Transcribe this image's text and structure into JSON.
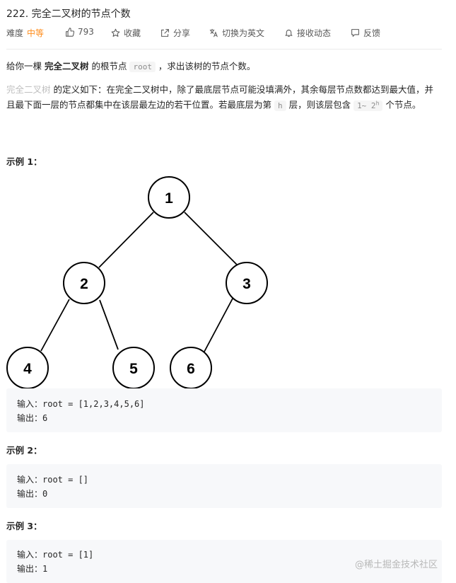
{
  "problem": {
    "title": "222. 完全二叉树的节点个数",
    "difficulty_label": "难度",
    "difficulty_value": "中等",
    "likes": "793",
    "favorite_label": "收藏",
    "share_label": "分享",
    "switch_lang_label": "切换为英文",
    "notify_label": "接收动态",
    "feedback_label": "反馈"
  },
  "description": {
    "p1_pre": "给你一棵 ",
    "p1_bold": "完全二叉树",
    "p1_mid": " 的根节点 ",
    "p1_code": "root",
    "p1_post": " ，求出该树的节点个数。",
    "p2_link": "完全二叉树",
    "p2_text1": " 的定义如下：在完全二叉树中，除了最底层节点可能没填满外，其余每层节点数都达到最大值，并且最下面一层的节点都集中在该层最左边的若干位置。若最底层为第 ",
    "p2_code_h": "h",
    "p2_text2": " 层，则该层包含 ",
    "p2_code_range": "1~ 2",
    "p2_code_sup": "h",
    "p2_text3": " 个节点。"
  },
  "examples": [
    {
      "heading": "示例 1：",
      "input": "输入：root = [1,2,3,4,5,6]",
      "output": "输出：6"
    },
    {
      "heading": "示例 2：",
      "input": "输入：root = []",
      "output": "输出：0"
    },
    {
      "heading": "示例 3：",
      "input": "输入：root = [1]",
      "output": "输出：1"
    }
  ],
  "tree": {
    "nodes": [
      "1",
      "2",
      "3",
      "4",
      "5",
      "6"
    ]
  },
  "watermark": "@稀土掘金技术社区"
}
